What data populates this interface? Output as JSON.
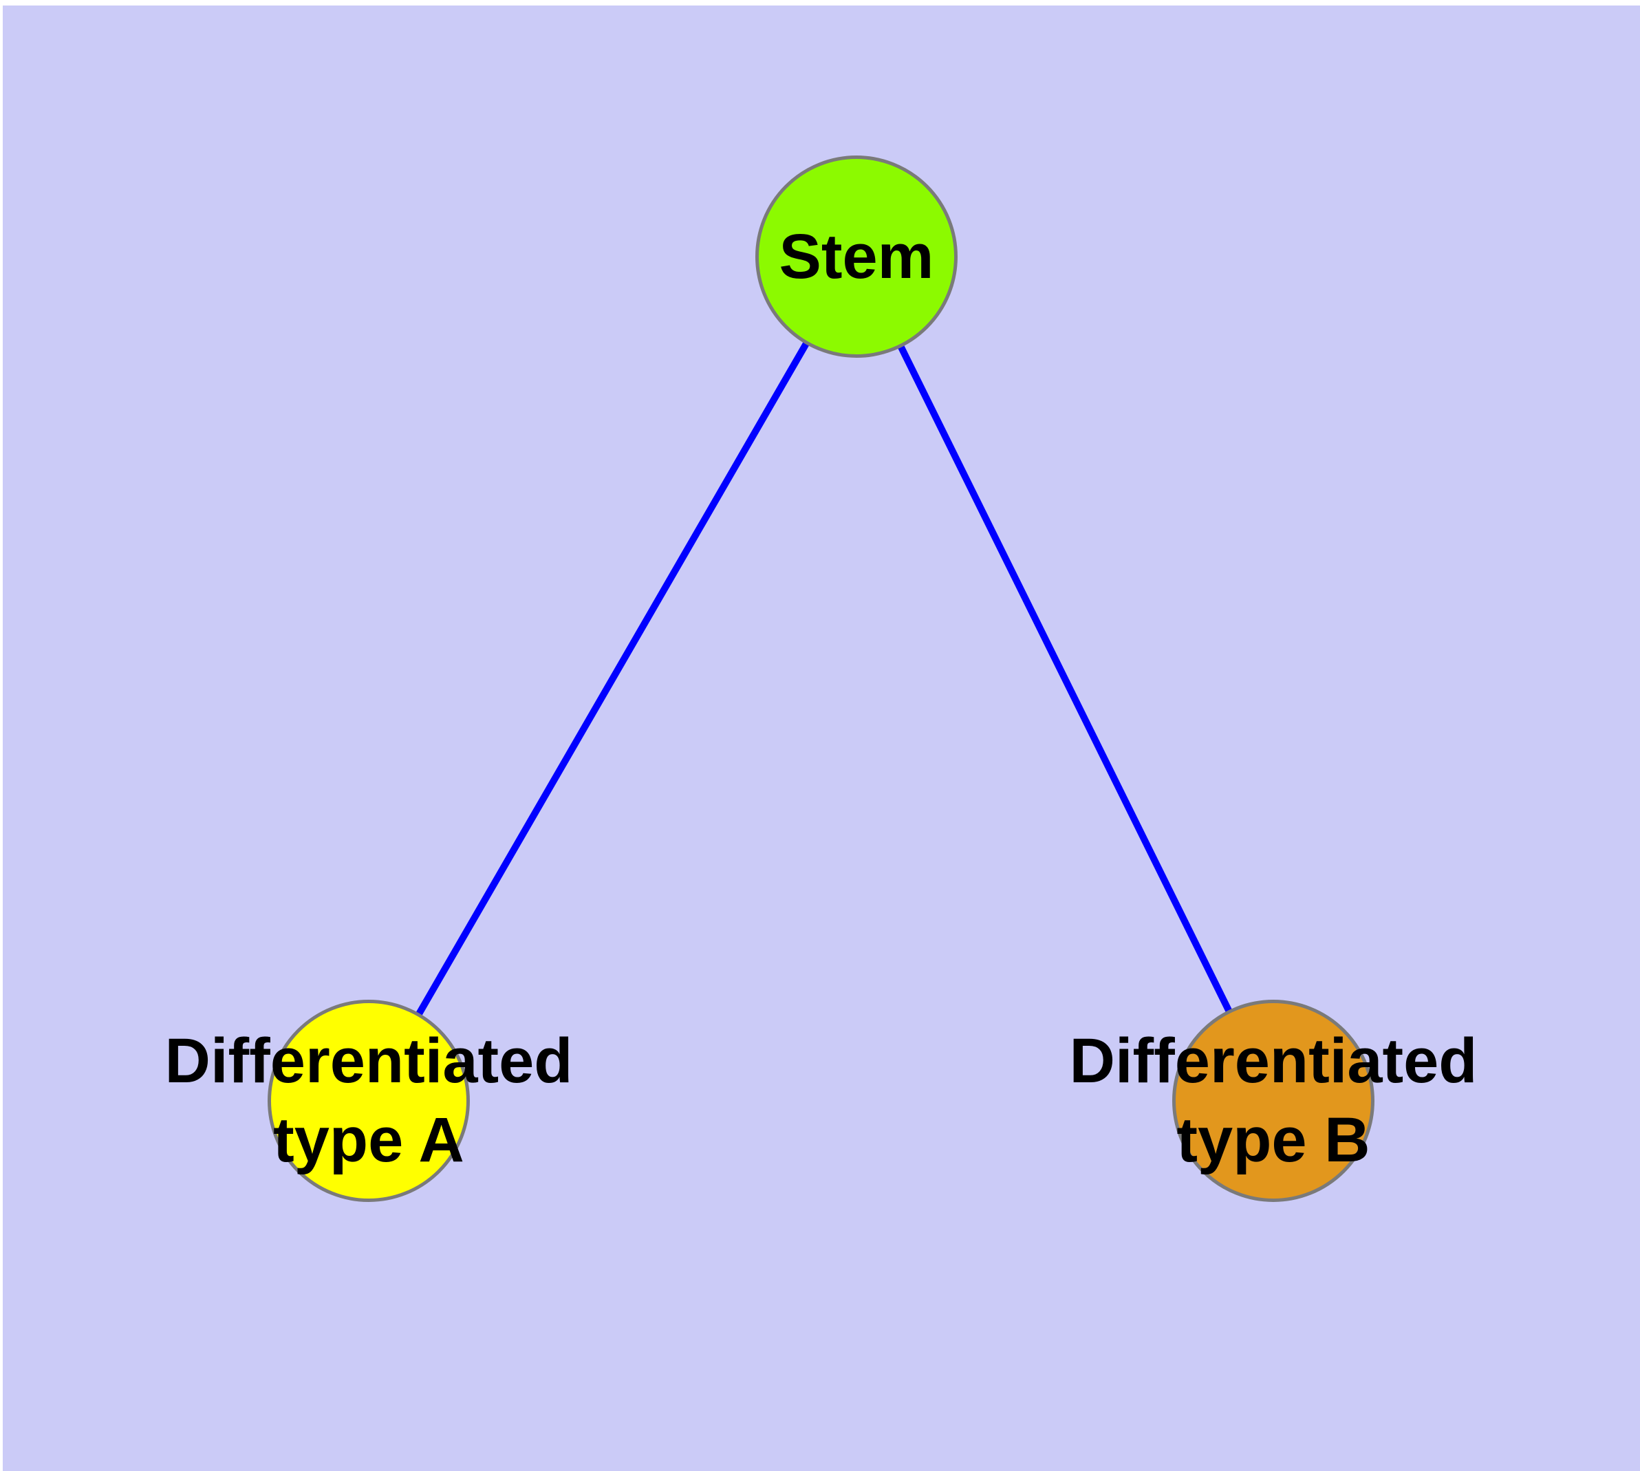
{
  "diagram": {
    "page_background": "#ffffff",
    "canvas_background": "#cbcbf7",
    "edge_color": "#0000ff",
    "node_border_color": "#7a7a7a",
    "label_color": "#000000",
    "nodes": {
      "stem": {
        "label": "Stem",
        "fill": "#8cfa00"
      },
      "type_a": {
        "label_line1": "Differentiated",
        "label_line2": "type A",
        "fill": "#ffff00"
      },
      "type_b": {
        "label_line1": "Differentiated",
        "label_line2": "type B",
        "fill": "#e2971d"
      }
    },
    "edges": [
      {
        "from": "stem",
        "to": "type_a"
      },
      {
        "from": "stem",
        "to": "type_b"
      }
    ]
  }
}
